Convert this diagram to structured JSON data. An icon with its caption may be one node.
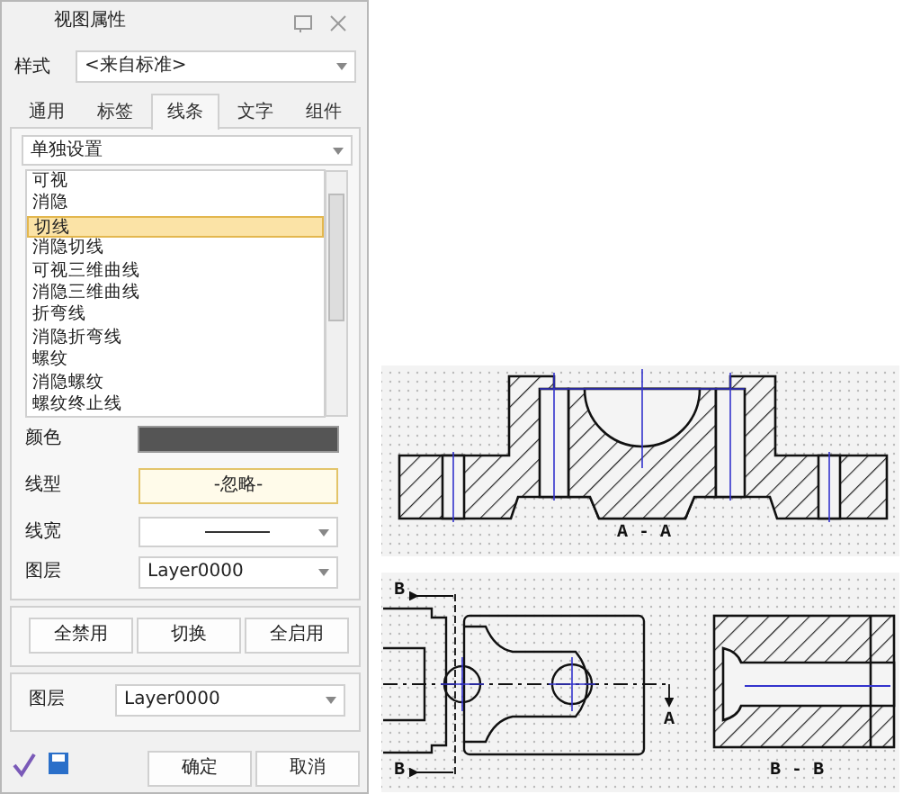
{
  "diagram": {
    "labels": [
      "视图属性",
      "样式",
      "<来自标准>",
      "通用",
      "标签",
      "线条",
      "文字",
      "组件",
      "单独设置",
      "可视",
      "消隐",
      "切线",
      "消隐切线",
      "可视三维曲线",
      "消隐三维曲线",
      "折弯线",
      "消隐折弯线",
      "螺纹",
      "消隐螺纹",
      "螺纹终止线",
      "颜色",
      "线型",
      "-忽略-",
      "线宽",
      "图层",
      "Layer0000",
      "全禁用",
      "切换",
      "全启用",
      "图层",
      "Layer0000",
      "确定",
      "取消",
      "A - A",
      "B",
      "B",
      "A",
      "B - B"
    ]
  }
}
